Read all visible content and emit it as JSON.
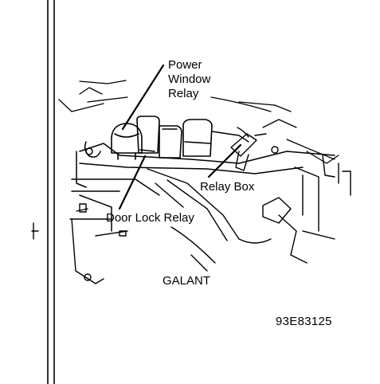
{
  "labels": {
    "power_window_line1": "Power",
    "power_window_line2": "Window",
    "power_window_line3": "Relay",
    "relay_box": "Relay Box",
    "door_lock": "Door Lock Relay",
    "model": "GALANT",
    "figure_ref": "93E83125"
  },
  "colors": {
    "ink": "#000000",
    "background": "#ffffff"
  }
}
